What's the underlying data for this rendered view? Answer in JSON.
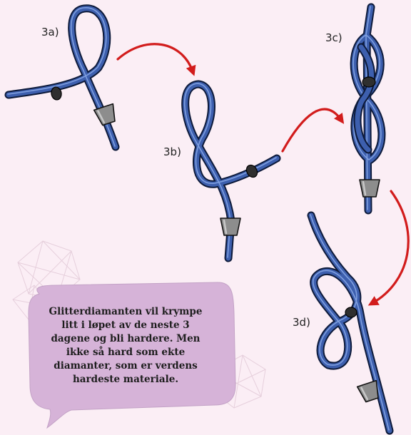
{
  "steps": {
    "a": "3a)",
    "b": "3b)",
    "c": "3c)",
    "d": "3d)"
  },
  "speech_bubble": {
    "text": "Glitterdiamanten vil krympe litt i løpet av de neste 3 dagene og bli hardere. Men ikke så hard som ekte diamanter, som er verdens hardeste materiale."
  },
  "colors": {
    "background": "#fbeef5",
    "cord": "#3d5fae",
    "cord_highlight": "#7f9fdf",
    "cord_outline": "#0d1a3a",
    "bead": "#2f2f2f",
    "stopper": "#8d8d8d",
    "arrow": "#d21c1c",
    "bubble": "#d6b3d8"
  }
}
